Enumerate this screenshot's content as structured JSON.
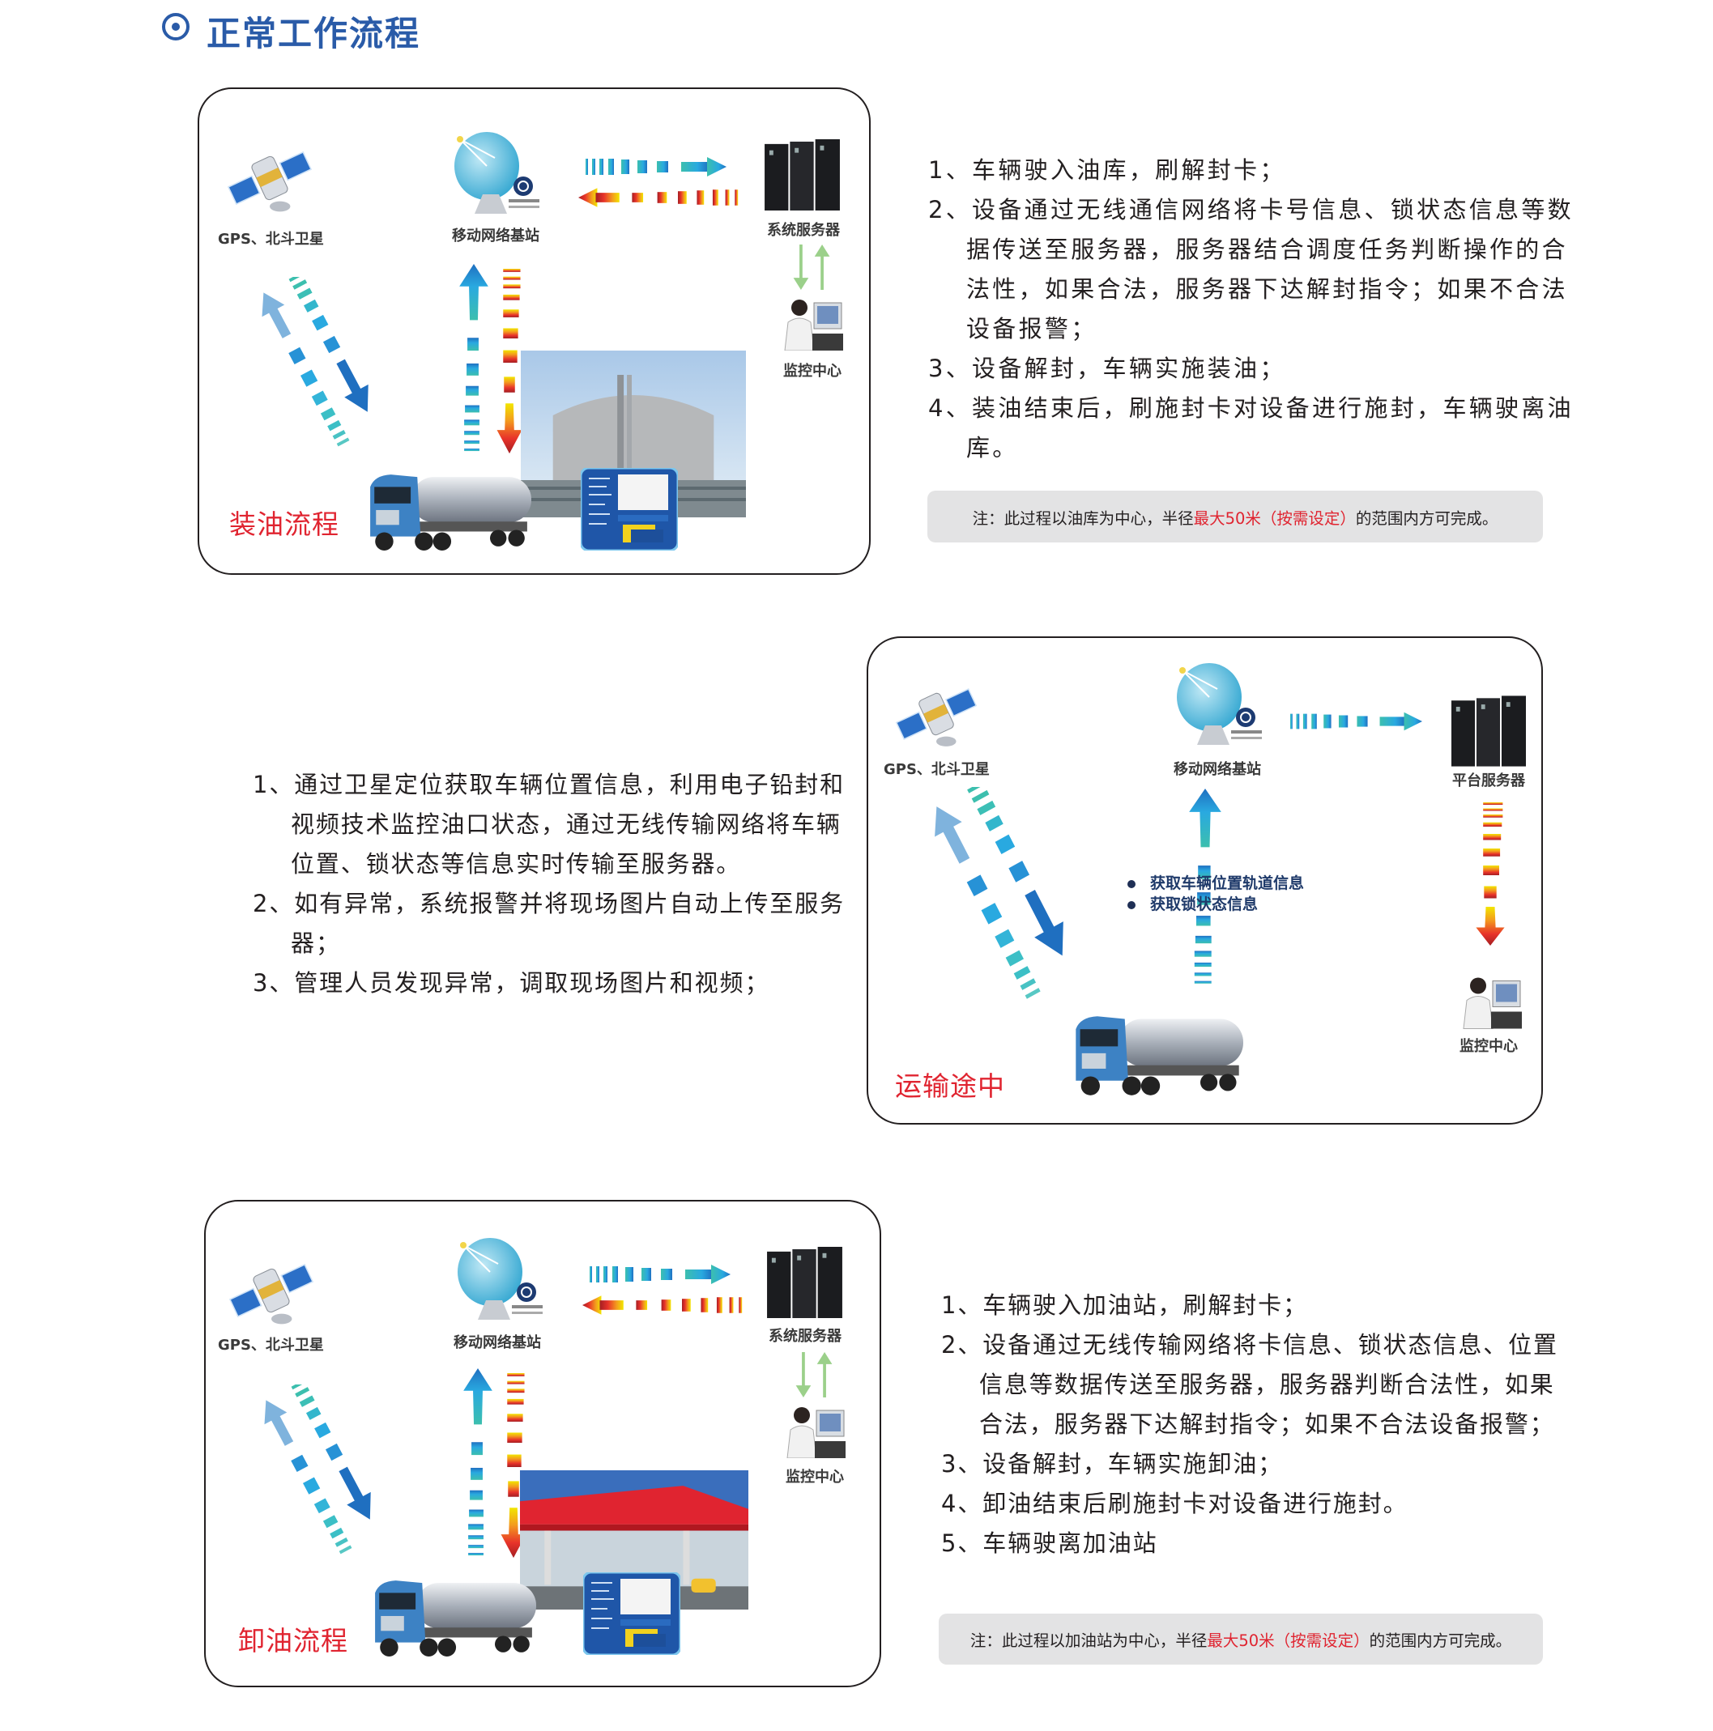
{
  "header": {
    "title": "正常工作流程",
    "icon": "circle-dot-icon",
    "color": "#2a5ba8"
  },
  "colors": {
    "accent_red": "#e02430",
    "title_blue": "#2a5ba8",
    "note_bg": "#e3e3e4"
  },
  "sections": [
    {
      "flow_title": "装油流程",
      "labels": {
        "satellite": "GPS、北斗卫星",
        "base_station": "移动网络基站",
        "server": "系统服务器",
        "monitor": "监控中心"
      },
      "steps": [
        "1、车辆驶入油库，刷解封卡；",
        "2、设备通过无线通信网络将卡号信息、锁状态信息等数据传送至服务器，服务器结合调度任务判断操作的合法性，如果合法，服务器下达解封指令；如果不合法设备报警；",
        "3、设备解封，车辆实施装油；",
        "4、装油结束后，刷施封卡对设备进行施封，车辆驶离油库。"
      ],
      "note": {
        "prefix": "注：此过程以油库为中心，半径",
        "highlight": "最大50米（按需设定）",
        "suffix": "的范围内方可完成。"
      }
    },
    {
      "flow_title": "运输途中",
      "labels": {
        "satellite": "GPS、北斗卫星",
        "base_station": "移动网络基站",
        "server": "平台服务器",
        "monitor": "监控中心"
      },
      "bullets": [
        "获取车辆位置轨道信息",
        "获取锁状态信息"
      ],
      "steps": [
        "1、通过卫星定位获取车辆位置信息，利用电子铅封和视频技术监控油口状态，通过无线传输网络将车辆位置、锁状态等信息实时传输至服务器。",
        "2、如有异常，系统报警并将现场图片自动上传至服务器；",
        "3、管理人员发现异常，调取现场图片和视频；"
      ]
    },
    {
      "flow_title": "卸油流程",
      "labels": {
        "satellite": "GPS、北斗卫星",
        "base_station": "移动网络基站",
        "server": "系统服务器",
        "monitor": "监控中心"
      },
      "steps": [
        "1、车辆驶入加油站，刷解封卡；",
        "2、设备通过无线传输网络将卡信息、锁状态信息、位置信息等数据传送至服务器，服务器判断合法性，如果合法，服务器下达解封指令；如果不合法设备报警；",
        "3、设备解封，车辆实施卸油；",
        "4、卸油结束后刷施封卡对设备进行施封。",
        "5、车辆驶离加油站"
      ],
      "note": {
        "prefix": "注：此过程以加油站为中心，半径",
        "highlight": "最大50米（按需设定）",
        "suffix": "的范围内方可完成。"
      }
    }
  ]
}
